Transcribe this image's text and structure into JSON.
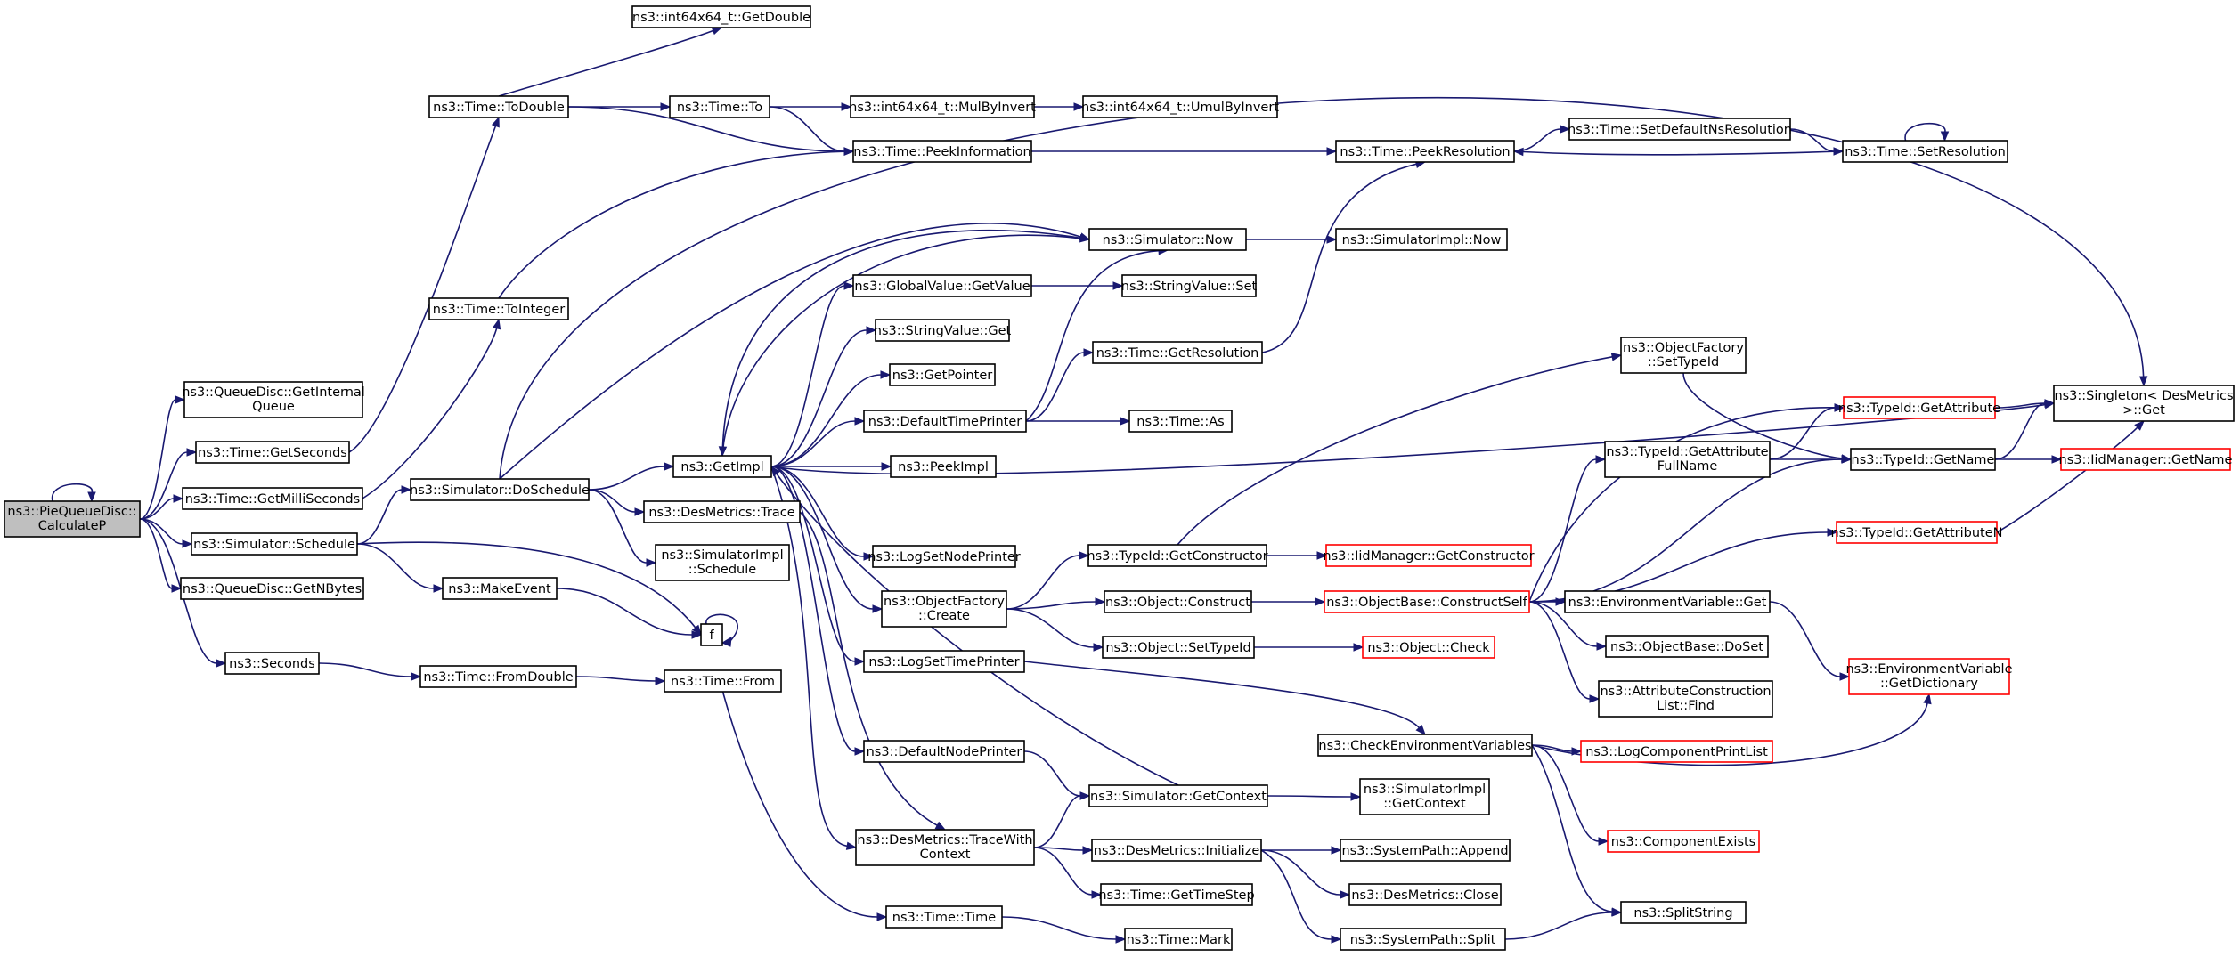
{
  "colors": {
    "edge": "#191970",
    "root_fill": "#bfbfbf",
    "node_border": "#000000",
    "truncated_border": "#ff0000"
  },
  "nodes": {
    "root": "ns3::PieQueueDisc::\nCalculateP",
    "getInternalQueue": "ns3::QueueDisc::GetInternal\nQueue",
    "getSeconds": "ns3::Time::GetSeconds",
    "getMilliSeconds": "ns3::Time::GetMilliSeconds",
    "schedule": "ns3::Simulator::Schedule",
    "getNBytes": "ns3::QueueDisc::GetNBytes",
    "seconds": "ns3::Seconds",
    "getDouble": "ns3::int64x64_t::GetDouble",
    "toDouble": "ns3::Time::ToDouble",
    "toInteger": "ns3::Time::ToInteger",
    "doSchedule": "ns3::Simulator::DoSchedule",
    "makeEvent": "ns3::MakeEvent",
    "f": "f",
    "fromDouble": "ns3::Time::FromDouble",
    "timeTo": "ns3::Time::To",
    "peekInformation": "ns3::Time::PeekInformation",
    "mulByInvert": "ns3::int64x64_t::MulByInvert",
    "umulByInvert": "ns3::int64x64_t::UmulByInvert",
    "getImpl": "ns3::GetImpl",
    "desTrace": "ns3::DesMetrics::Trace",
    "implSchedule": "ns3::SimulatorImpl\n::Schedule",
    "timeFrom": "ns3::Time::From",
    "simNow": "ns3::Simulator::Now",
    "gvGetValue": "ns3::GlobalValue::GetValue",
    "svGet": "ns3::StringValue::Get",
    "getPointer": "ns3::GetPointer",
    "defaultTimePrinter": "ns3::DefaultTimePrinter",
    "peekImpl": "ns3::PeekImpl",
    "logSetNodePrinter": "ns3::LogSetNodePrinter",
    "ofCreate": "ns3::ObjectFactory\n::Create",
    "logSetTimePrinter": "ns3::LogSetTimePrinter",
    "defaultNodePrinter": "ns3::DefaultNodePrinter",
    "traceWithContext": "ns3::DesMetrics::TraceWith\nContext",
    "timeTime": "ns3::Time::Time",
    "implNow": "ns3::SimulatorImpl::Now",
    "svSet": "ns3::StringValue::Set",
    "getResolution": "ns3::Time::GetResolution",
    "timeAs": "ns3::Time::As",
    "getConstructor": "ns3::TypeId::GetConstructor",
    "objConstruct": "ns3::Object::Construct",
    "objSetTypeId": "ns3::Object::SetTypeId",
    "simGetContext": "ns3::Simulator::GetContext",
    "desInit": "ns3::DesMetrics::Initialize",
    "getTimeStep": "ns3::Time::GetTimeStep",
    "timeMark": "ns3::Time::Mark",
    "peekResolution": "ns3::Time::PeekResolution",
    "setDefaultNsRes": "ns3::Time::SetDefaultNsResolution",
    "setResolution": "ns3::Time::SetResolution",
    "ofSetTypeId": "ns3::ObjectFactory\n::SetTypeId",
    "iidGetConstructor": "ns3::IidManager::GetConstructor",
    "constructSelf": "ns3::ObjectBase::ConstructSelf",
    "objCheck": "ns3::Object::Check",
    "checkEnvVars": "ns3::CheckEnvironmentVariables",
    "implGetContext": "ns3::SimulatorImpl\n::GetContext",
    "spAppend": "ns3::SystemPath::Append",
    "desClose": "ns3::DesMetrics::Close",
    "spSplit": "ns3::SystemPath::Split",
    "getAttrFullName": "ns3::TypeId::GetAttribute\nFullName",
    "envGet": "ns3::EnvironmentVariable::Get",
    "doSet": "ns3::ObjectBase::DoSet",
    "acListFind": "ns3::AttributeConstruction\nList::Find",
    "logCompPrintList": "ns3::LogComponentPrintList",
    "compExists": "ns3::ComponentExists",
    "splitString": "ns3::SplitString",
    "getAttribute": "ns3::TypeId::GetAttribute",
    "typeIdGetName": "ns3::TypeId::GetName",
    "getAttributeN": "ns3::TypeId::GetAttributeN",
    "singletonGet": "ns3::Singleton< DesMetrics\n>::Get",
    "iidGetName": "ns3::IidManager::GetName",
    "envGetDict": "ns3::EnvironmentVariable\n::GetDictionary"
  }
}
